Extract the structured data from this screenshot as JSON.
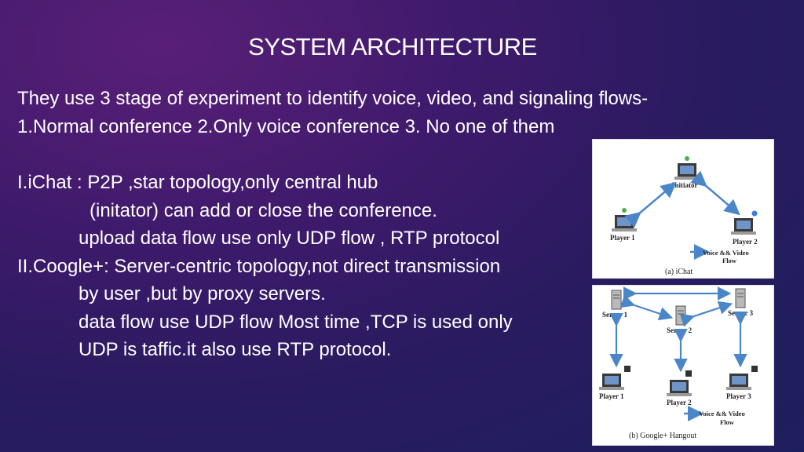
{
  "slide": {
    "title": "SYSTEM ARCHITECTURE",
    "lines": [
      "They use 3 stage of experiment to identify voice, video, and signaling flows-",
      "1.Normal conference 2.Only voice conference 3. No one of them",
      "I.iChat : P2P ,star topology,only central hub",
      "(initator) can add or close the conference.",
      "upload data flow use only UDP flow , RTP protocol",
      "II.Coogle+: Server-centric topology,not direct transmission",
      "by user ,but by proxy servers.",
      "data flow use UDP flow Most time ,TCP is used only",
      "UDP is taffic.it also use RTP protocol."
    ]
  },
  "figure_a": {
    "initiator_label": "Initiator",
    "player1_label": "Player 1",
    "player2_label": "Player 2",
    "legend_label_1": "Voice && Video",
    "legend_label_2": "Flow",
    "caption": "(a) iChat"
  },
  "figure_b": {
    "server1_label": "Server 1",
    "server2_label": "Server 2",
    "server3_label": "Server 3",
    "player1_label": "Player 1",
    "player2_label": "Player 2",
    "player3_label": "Player 3",
    "legend_label_1": "Voice && Video",
    "legend_label_2": "Flow",
    "caption": "(b) Google+ Hangout"
  },
  "colors": {
    "arrow": "#4a86c8",
    "background_start": "#5a1f78",
    "background_end": "#1d1f5c"
  }
}
